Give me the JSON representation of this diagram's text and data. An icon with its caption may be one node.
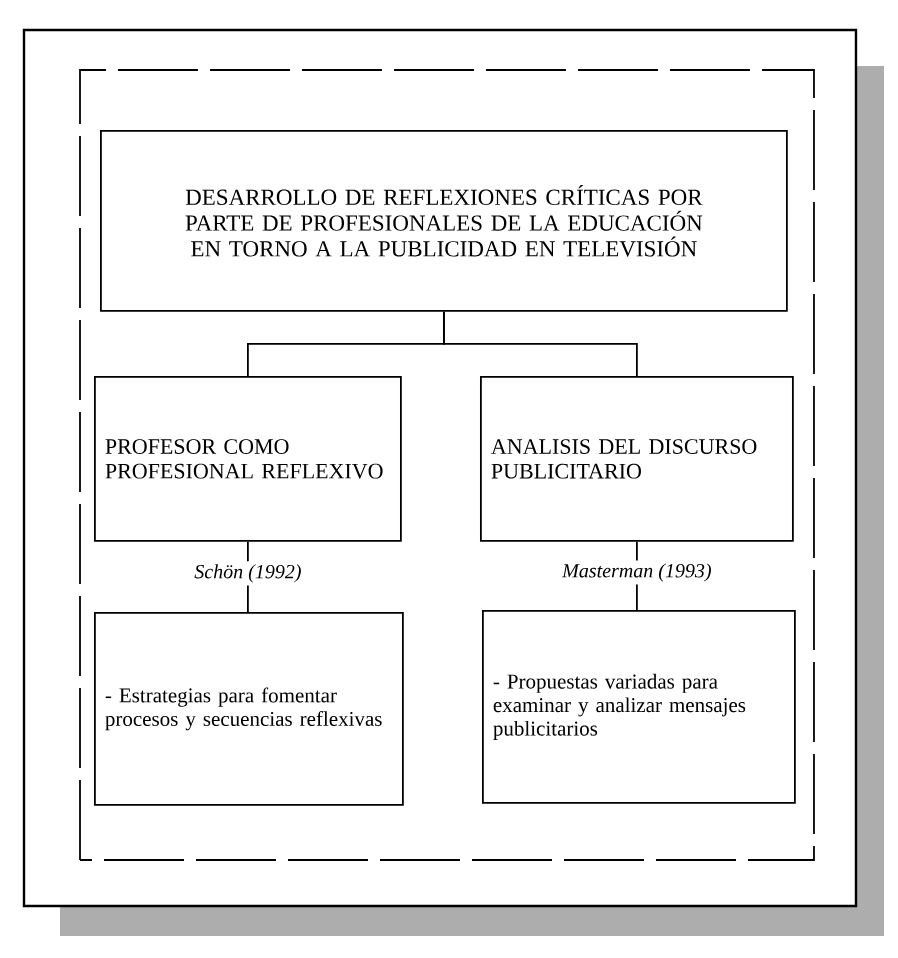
{
  "diagram": {
    "nodes": [
      {
        "text": [
          "DESARROLLO DE REFLEXIONES CRÍTICAS POR PARTE DE PROFESIONALES DE LA EDUCACIÓN EN TORNO A LA PUBLICIDAD EN TELEVISIÓN"
        ]
      },
      {
        "text": [
          "PROFESOR COMO PROFESIONAL REFLEXIVO"
        ]
      },
      {
        "text": [
          "ANALISIS DEL DISCURSO PUBLICITARIO"
        ]
      },
      {
        "text": [
          "- Estrategias para fomentar procesos y secuencias reflexivas"
        ]
      },
      {
        "text": [
          "- Propuestas variadas para examinar y analizar mensajes publicitarios"
        ]
      }
    ],
    "edges": [
      {
        "from": 0,
        "to": 1,
        "arrow": "none"
      },
      {
        "from": 0,
        "to": 2,
        "arrow": "none"
      },
      {
        "from": 1,
        "to": 3,
        "arrow": "none",
        "label": "Schön (1992)"
      },
      {
        "from": 2,
        "to": 4,
        "arrow": "none",
        "label": "Masterman (1993)"
      }
    ]
  }
}
